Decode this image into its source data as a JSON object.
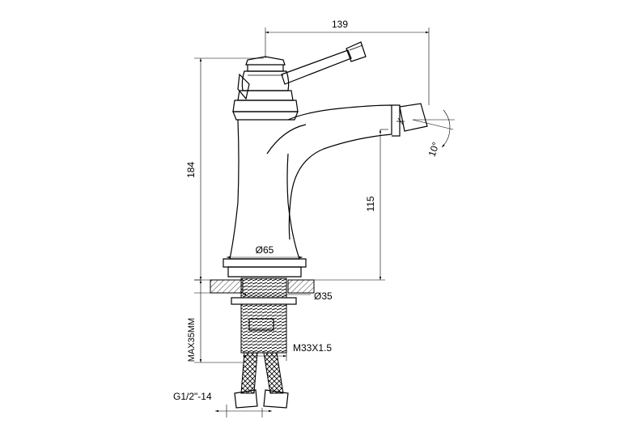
{
  "dimensions": {
    "width": "139",
    "height": "184",
    "spout_height": "115",
    "base_diameter": "Ø65",
    "hole_diameter": "Ø35",
    "thread": "M33X1.5",
    "max_thickness": "MAX35MM",
    "hose_thread": "G1/2\"-14",
    "angle": "10°"
  }
}
